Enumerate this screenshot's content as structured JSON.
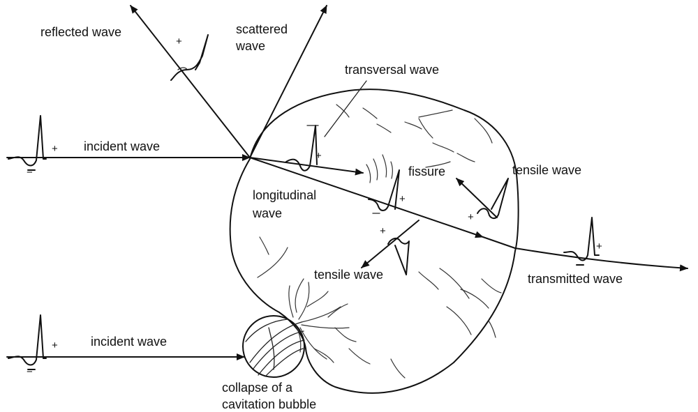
{
  "labels": {
    "reflected_wave": "reflected wave",
    "scattered_wave_1": "scattered",
    "scattered_wave_2": "wave",
    "transversal_wave": "transversal wave",
    "incident_wave_top": "incident wave",
    "fissure": "fissure",
    "tensile_wave_right": "tensile wave",
    "longitudinal_wave_1": "longitudinal",
    "longitudinal_wave_2": "wave",
    "tensile_wave_center": "tensile wave",
    "transmitted_wave": "transmitted wave",
    "incident_wave_bottom": "incident wave",
    "collapse_1": "collapse of a",
    "collapse_2": "cavitation bubble"
  },
  "signs": {
    "plus": "+",
    "minus": "−"
  },
  "colors": {
    "line": "#111111",
    "stone_fill": "#ffffff",
    "bubble_fill": "#ffffff"
  }
}
